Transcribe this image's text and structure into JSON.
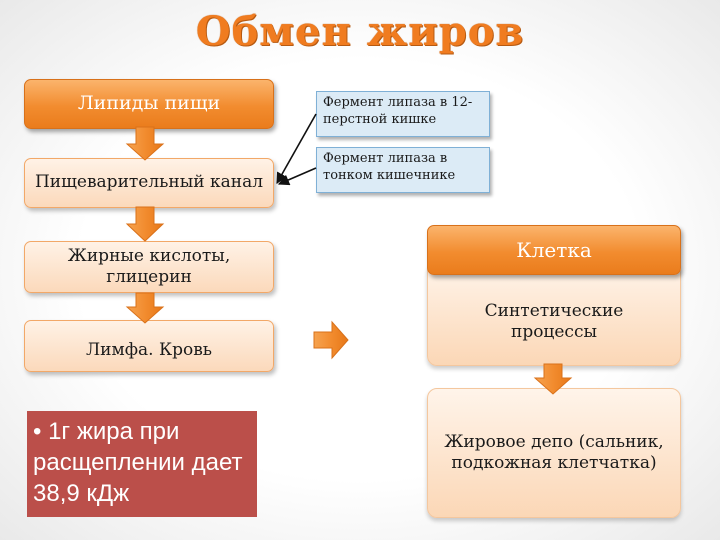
{
  "title": "Обмен жиров",
  "left_chain": [
    "Липиды пищи",
    "Пищеварительный канал",
    "Жирные кислоты, глицерин",
    "Лимфа. Кровь"
  ],
  "enzymes": [
    "Фермент липаза в 12-перстной кишке",
    "Фермент липаза в тонком кишечнике"
  ],
  "right_chain": {
    "header": "Клетка",
    "synthesis": "Синтетические процессы",
    "depot": "Жировое депо (сальник, подкожная клетчатка)"
  },
  "note": {
    "bullet": "•",
    "text": "1г жира при расщеплении дает 38,9 кДж"
  },
  "colors": {
    "title": "#f07c20",
    "orange_box": "#f28c2f",
    "peach_box": "#fbd9bb",
    "enzyme_box": "#dcebf6",
    "note_box": "#bb4f4a",
    "arrow": "#f28c2f"
  }
}
